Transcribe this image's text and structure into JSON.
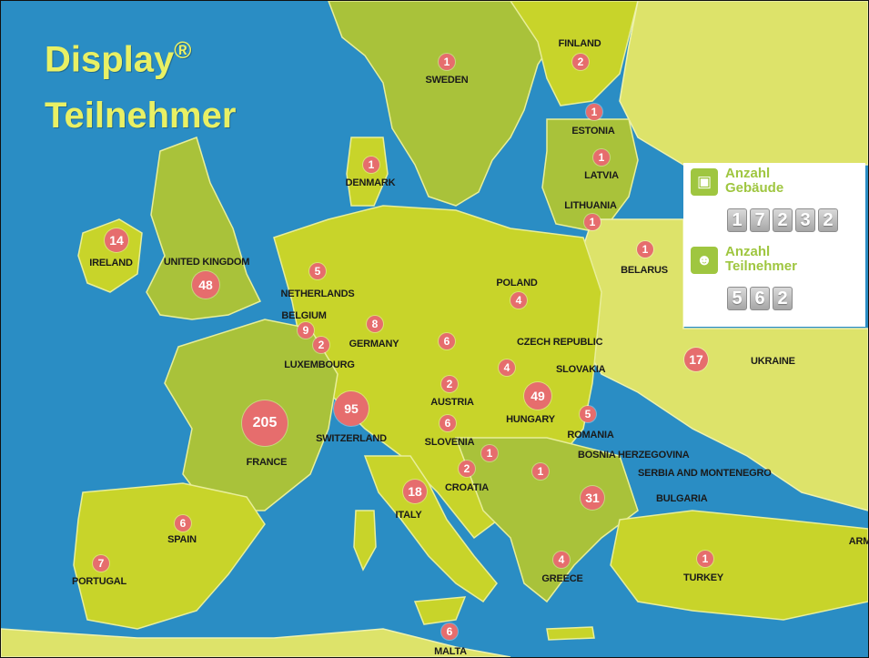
{
  "title": {
    "line1": "Display",
    "reg_mark": "®",
    "line2": "Teilnehmer"
  },
  "panel": {
    "buildings": {
      "label_line1": "Anzahl",
      "label_line2": "Gebäude",
      "digits": [
        "1",
        "7",
        "2",
        "3",
        "2"
      ]
    },
    "participants": {
      "label_line1": "Anzahl",
      "label_line2": "Teilnehmer",
      "digits": [
        "5",
        "6",
        "2"
      ]
    }
  },
  "countries": [
    {
      "name": "SWEDEN",
      "count": "1"
    },
    {
      "name": "FINLAND",
      "count": "2"
    },
    {
      "name": "ESTONIA",
      "count": "1"
    },
    {
      "name": "LATVIA",
      "count": "1"
    },
    {
      "name": "LITHUANIA",
      "count": "1"
    },
    {
      "name": "DENMARK",
      "count": "1"
    },
    {
      "name": "IRELAND",
      "count": "14"
    },
    {
      "name": "UNITED KINGDOM",
      "count": "48"
    },
    {
      "name": "NETHERLANDS",
      "count": "5"
    },
    {
      "name": "BELGIUM",
      "count": "9"
    },
    {
      "name": "LUXEMBOURG",
      "count": "2"
    },
    {
      "name": "GERMANY",
      "count": "8"
    },
    {
      "name": "POLAND",
      "count": "4"
    },
    {
      "name": "BELARUS",
      "count": "1"
    },
    {
      "name": "CZECH REPUBLIC",
      "count": "6"
    },
    {
      "name": "SLOVAKIA",
      "count": "4"
    },
    {
      "name": "AUSTRIA",
      "count": "2"
    },
    {
      "name": "HUNGARY",
      "count": "49"
    },
    {
      "name": "UKRAINE",
      "count": "17"
    },
    {
      "name": "ROMANIA",
      "count": "5"
    },
    {
      "name": "FRANCE",
      "count": "205"
    },
    {
      "name": "SWITZERLAND",
      "count": "95"
    },
    {
      "name": "SLOVENIA",
      "count": "6"
    },
    {
      "name": "BOSNIA HERZEGOVINA",
      "count": "1"
    },
    {
      "name": "CROATIA",
      "count": "2"
    },
    {
      "name": "SERBIA AND MONTENEGRO",
      "count": "1"
    },
    {
      "name": "ITALY",
      "count": "18"
    },
    {
      "name": "BULGARIA",
      "count": "31"
    },
    {
      "name": "SPAIN",
      "count": "6"
    },
    {
      "name": "PORTUGAL",
      "count": "7"
    },
    {
      "name": "GREECE",
      "count": "4"
    },
    {
      "name": "TURKEY",
      "count": "1"
    },
    {
      "name": "MALTA",
      "count": "6"
    }
  ],
  "extra_labels": {
    "armenia_partial": "ARM"
  },
  "colors": {
    "sea": "#2a8dc4",
    "land": "#c8d42a",
    "badge": "#e66d6d",
    "title": "#e9f064",
    "panel_accent": "#9fc640"
  }
}
